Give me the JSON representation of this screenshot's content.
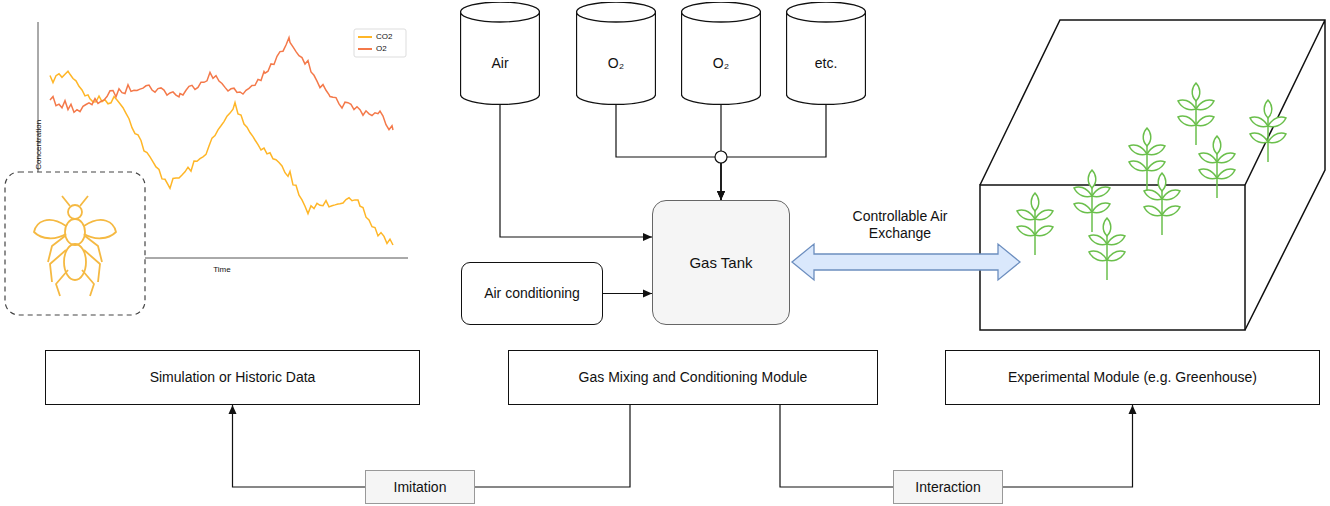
{
  "diagram": {
    "nodes": [
      {
        "text": [
          "Air"
        ]
      },
      {
        "text": [
          "O₂"
        ]
      },
      {
        "text": [
          "O₂"
        ]
      },
      {
        "text": [
          "etc."
        ]
      },
      {
        "text": [
          "Gas Tank"
        ]
      },
      {
        "text": [
          "Air conditioning"
        ]
      },
      {
        "text": [
          "Simulation or Historic Data"
        ]
      },
      {
        "text": [
          "Gas Mixing and Conditioning Module"
        ]
      },
      {
        "text": [
          "Experimental Module (e.g. Greenhouse)"
        ]
      },
      {
        "text": [
          "Imitation"
        ]
      },
      {
        "text": [
          "Interaction"
        ]
      }
    ],
    "edges": [
      {
        "from": 0,
        "to": 4,
        "arrow": "to"
      },
      {
        "from": 1,
        "to": 4,
        "arrow": "to"
      },
      {
        "from": 2,
        "to": 4,
        "arrow": "to"
      },
      {
        "from": 3,
        "to": 4,
        "arrow": "to"
      },
      {
        "from": 5,
        "to": 4,
        "arrow": "to"
      },
      {
        "from": 7,
        "to": 9,
        "arrow": "none"
      },
      {
        "from": 9,
        "to": 6,
        "arrow": "to"
      },
      {
        "from": 7,
        "to": 10,
        "arrow": "none"
      },
      {
        "from": 10,
        "to": 8,
        "arrow": "to"
      }
    ],
    "labels": [
      "Concentration",
      "Time",
      "Controllable Air Exchange"
    ],
    "legend": [
      {
        "text": "CO2"
      },
      {
        "text": "O2"
      }
    ]
  }
}
